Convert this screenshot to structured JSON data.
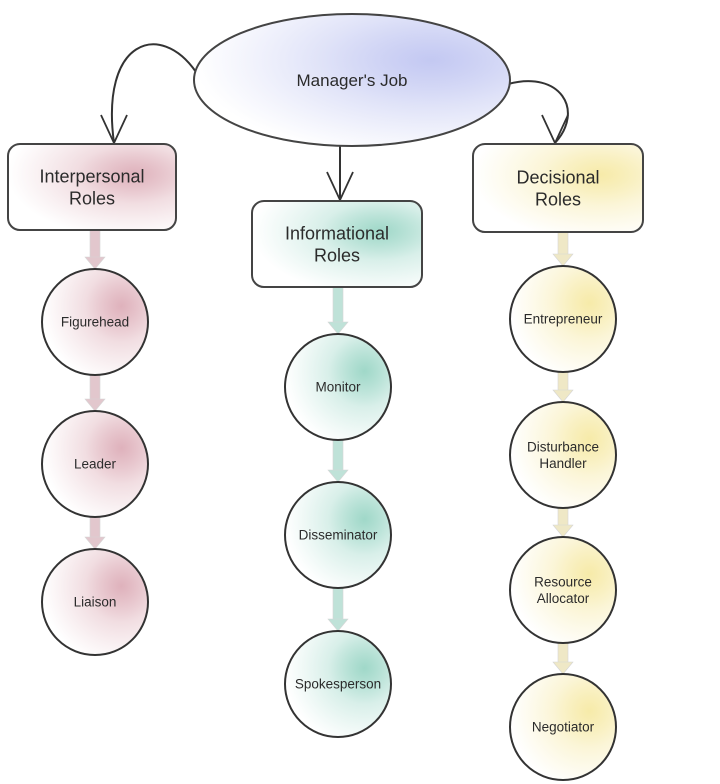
{
  "root": {
    "label": "Manager's Job",
    "color": "#dfe2f8",
    "shade": "#b9bff0"
  },
  "branches": [
    {
      "id": "interpersonal",
      "label_lines": [
        "Interpersonal",
        "Roles"
      ],
      "fill": "#f1dde1",
      "shade": "#d9a4b0",
      "connector": "#e2c7cd",
      "roles": [
        {
          "lines": [
            "Figurehead"
          ]
        },
        {
          "lines": [
            "Leader"
          ]
        },
        {
          "lines": [
            "Liaison"
          ]
        }
      ]
    },
    {
      "id": "informational",
      "label_lines": [
        "Informational",
        "Roles"
      ],
      "fill": "#d8efe9",
      "shade": "#8fd1bf",
      "connector": "#bfe2d8",
      "roles": [
        {
          "lines": [
            "Monitor"
          ]
        },
        {
          "lines": [
            "Disseminator"
          ]
        },
        {
          "lines": [
            "Spokesperson"
          ]
        }
      ]
    },
    {
      "id": "decisional",
      "label_lines": [
        "Decisional",
        "Roles"
      ],
      "fill": "#fbf5d6",
      "shade": "#f5e79a",
      "connector": "#efe8c6",
      "roles": [
        {
          "lines": [
            "Entrepreneur"
          ]
        },
        {
          "lines": [
            "Disturbance",
            "Handler"
          ]
        },
        {
          "lines": [
            "Resource",
            "Allocator"
          ]
        },
        {
          "lines": [
            "Negotiator"
          ]
        }
      ]
    }
  ]
}
